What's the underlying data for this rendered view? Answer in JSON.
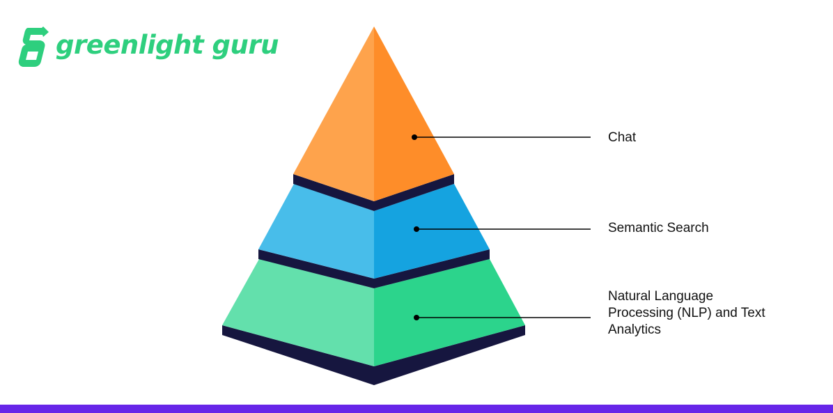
{
  "brand": {
    "name": "greenlight guru",
    "logo_icon": "greenlight-guru-g-arrow-icon",
    "color": "#2ecf7e"
  },
  "diagram": {
    "type": "layered-pyramid",
    "tiers": [
      {
        "position": "top",
        "label": "Chat",
        "color_light": "#fea34c",
        "color_dark": "#fe8d29"
      },
      {
        "position": "middle",
        "label": "Semantic Search",
        "color_light": "#48bdea",
        "color_dark": "#15a3e0"
      },
      {
        "position": "bottom",
        "label": "Natural Language Processing (NLP) and Text Analytics",
        "color_light": "#63e0ac",
        "color_dark": "#2cd48c"
      }
    ],
    "band_color": "#16163f",
    "connector_color": "#000000"
  },
  "footer": {
    "bar_color": "#6725e8"
  }
}
